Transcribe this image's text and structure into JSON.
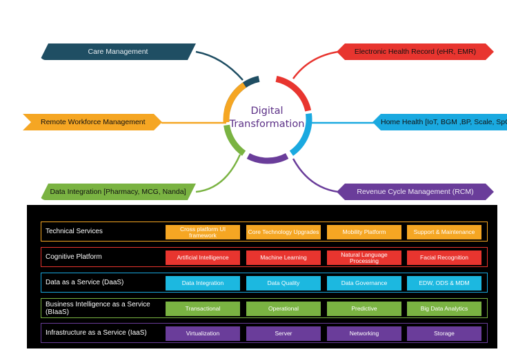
{
  "center": {
    "line1": "Digital",
    "line2": "Transformation"
  },
  "colors": {
    "navy": "#1f4e63",
    "red": "#e8352f",
    "orange": "#f5a623",
    "blue": "#1aa9e0",
    "green": "#7ab342",
    "purple": "#6a3d9a",
    "title": "#5b2f86"
  },
  "branches": {
    "care_management": "Care Management",
    "ehr": "Electronic Health Record (eHR, EMR)",
    "remote_workforce": "Remote Workforce Management",
    "home_health": "Home Health [IoT, BGM ,BP, Scale, SpO",
    "data_integration": "Data Integration [Pharmacy, MCG, Nanda]",
    "rcm": "Revenue Cycle Management (RCM)"
  },
  "rows": [
    {
      "label": "Technical Services",
      "border": "#f5a623",
      "cell_color": "#f5a623",
      "cells": [
        "Cross platform UI framework",
        "Core Technology Upgrades",
        "Mobility Platform",
        "Support & Maintenance"
      ]
    },
    {
      "label": "Cognitive Platform",
      "border": "#e8352f",
      "cell_color": "#e8352f",
      "cells": [
        "Artificial Intelligence",
        "Machine Learning",
        "Natural Language Processing",
        "Facial Recognition"
      ]
    },
    {
      "label": "Data as a Service (DaaS)",
      "border": "#1aa9e0",
      "cell_color": "#1cb8e0",
      "cells": [
        "Data Integration",
        "Data Quality",
        "Data Governance",
        "EDW, ODS & MDM"
      ]
    },
    {
      "label": "Business Intelligence as a Service (BIaaS)",
      "border": "#7ab342",
      "cell_color": "#7ab342",
      "cells": [
        "Transactional",
        "Operational",
        "Predictive",
        "Big Data Analytics"
      ]
    },
    {
      "label": "Infrastructure as a Service (IaaS)",
      "border": "#6a3d9a",
      "cell_color": "#6a3d9a",
      "cells": [
        "Virtualization",
        "Server",
        "Networking",
        "Storage"
      ]
    }
  ]
}
